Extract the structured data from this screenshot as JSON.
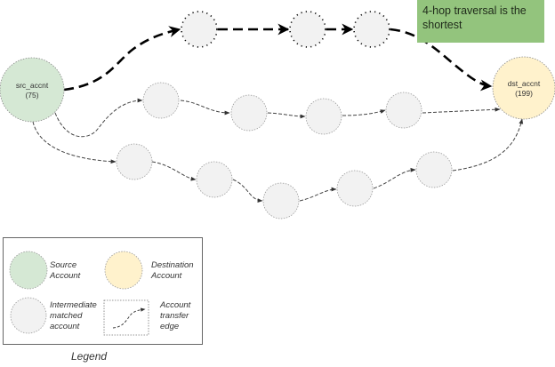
{
  "note": {
    "text": "4-hop traversal is the shortest",
    "color": "#93c47d"
  },
  "nodes": {
    "source": {
      "name": "src_accnt",
      "id": "(75)",
      "fill": "#d5e8d4"
    },
    "destination": {
      "name": "dst_accnt",
      "id": "(199)",
      "fill": "#fff2cc"
    },
    "intermediate_fill": "#f2f2f2"
  },
  "paths": [
    {
      "name": "shortest-path",
      "hops": 4,
      "intermediate_count": 3,
      "style": "bold-dashed"
    },
    {
      "name": "middle-path",
      "intermediate_count": 4,
      "style": "thin-dashed"
    },
    {
      "name": "bottom-path",
      "intermediate_count": 5,
      "style": "thin-dashed"
    }
  ],
  "legend": {
    "title": "Legend",
    "items": [
      {
        "label_line1": "Source",
        "label_line2": "Account",
        "symbol": "green-circle"
      },
      {
        "label_line1": "Destination",
        "label_line2": "Account",
        "symbol": "yellow-circle"
      },
      {
        "label_line1": "Intermediate",
        "label_line2": "matched",
        "label_line3": "account",
        "symbol": "grey-circle"
      },
      {
        "label_line1": "Account",
        "label_line2": "transfer",
        "label_line3": "edge",
        "symbol": "dashed-arrow"
      }
    ]
  }
}
